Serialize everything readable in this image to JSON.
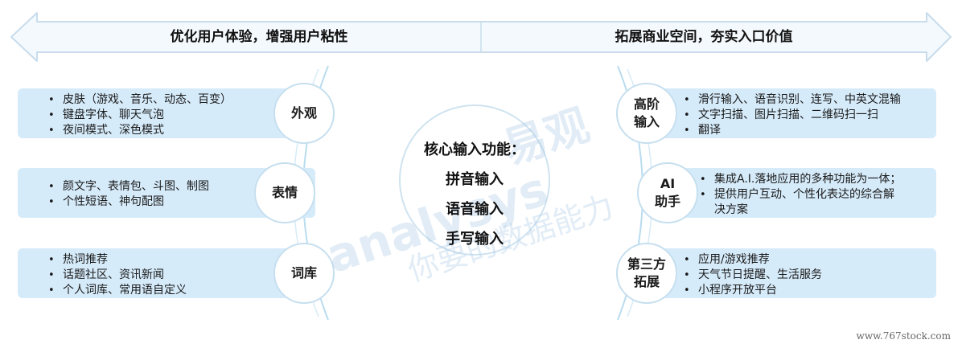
{
  "header": {
    "left_label": "优化用户体验，增强用户粘性",
    "right_label": "拓展商业空间，夯实入口价值"
  },
  "center": {
    "title": "核心输入功能：",
    "items": [
      "拼音输入",
      "语音输入",
      "手写输入"
    ]
  },
  "left_sections": [
    {
      "label": "外观",
      "bullets": [
        "皮肤（游戏、音乐、动态、百变）",
        "键盘字体、聊天气泡",
        "夜间模式、深色模式"
      ]
    },
    {
      "label": "表情",
      "bullets": [
        "颜文字、表情包、斗图、制图",
        "个性短语、神句配图"
      ]
    },
    {
      "label": "词库",
      "bullets": [
        "热词推荐",
        "话题社区、资讯新闻",
        "个人词库、常用语自定义"
      ]
    }
  ],
  "right_sections": [
    {
      "label_lines": [
        "高阶",
        "输入"
      ],
      "bullets": [
        "滑行输入、语音识别、连写、中英文混输",
        "文字扫描、图片扫描、二维码扫一扫",
        "翻译"
      ]
    },
    {
      "label_lines": [
        "AI",
        "助手"
      ],
      "bullets": [
        "集成A.I.落地应用的多种功能为一体；",
        "提供用户互动、个性化表达的综合解"
      ],
      "continuation": "决方案"
    },
    {
      "label_lines": [
        "第三方",
        "拓展"
      ],
      "bullets": [
        "应用/游戏推荐",
        "天气节日提醒、生活服务",
        "小程序开放平台"
      ]
    }
  ],
  "watermark": {
    "logo": "analysys",
    "brand": "易观",
    "slogan": "你要的数据能力"
  },
  "footer": {
    "source": "www.767stock.com"
  },
  "colors": {
    "panel": "#d6ebfa",
    "circle_border": "#c6dfef",
    "arc": "#b9dcef",
    "arrow_fill": "#f4f9fd",
    "arrow_stroke": "#c8dcec"
  }
}
